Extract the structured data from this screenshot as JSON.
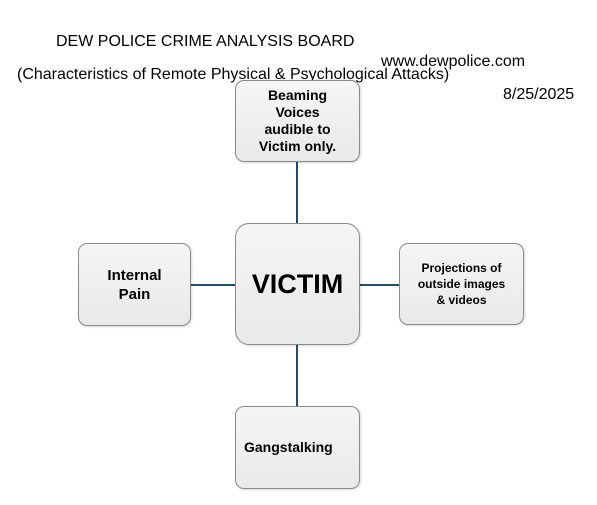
{
  "header": {
    "title": "DEW POLICE CRIME ANALYSIS BOARD",
    "website": "www.dewpolice.com",
    "subtitle": "(Characteristics of Remote Physical & Psychological Attacks)",
    "date": "8/25/2025"
  },
  "diagram": {
    "center": "VICTIM",
    "top": "Beaming\nVoices\naudible to\nVictim only.",
    "left": "Internal\nPain",
    "right": "Projections of\noutside images\n& videos",
    "bottom": "Gangstalking"
  },
  "colors": {
    "connector": "#1f4e6b",
    "box_fill": "#f0f0f0",
    "box_border": "#8a8a8a"
  }
}
